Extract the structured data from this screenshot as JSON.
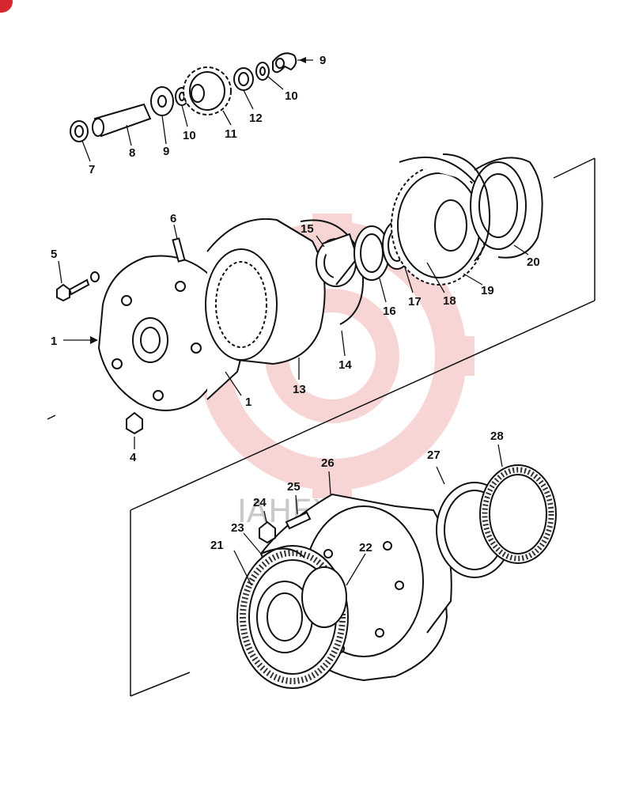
{
  "diagram": {
    "callouts": {
      "c1a": "1",
      "c1b": "1",
      "c4": "4",
      "c5": "5",
      "c6": "6",
      "c7": "7",
      "c8": "8",
      "c9a": "9",
      "c9b": "9",
      "c10a": "10",
      "c10b": "10",
      "c11": "11",
      "c12": "12",
      "c13": "13",
      "c14": "14",
      "c15": "15",
      "c16": "16",
      "c17": "17",
      "c18": "18",
      "c19": "19",
      "c20": "20",
      "c21": "21",
      "c22": "22",
      "c23": "23",
      "c24": "24",
      "c25": "25",
      "c26": "26",
      "c27": "27",
      "c28": "28"
    },
    "watermark": "ІАНЕХ",
    "colors": {
      "line": "#111111",
      "watermark": "#f0a3a3",
      "badge": "#d6262e"
    }
  }
}
